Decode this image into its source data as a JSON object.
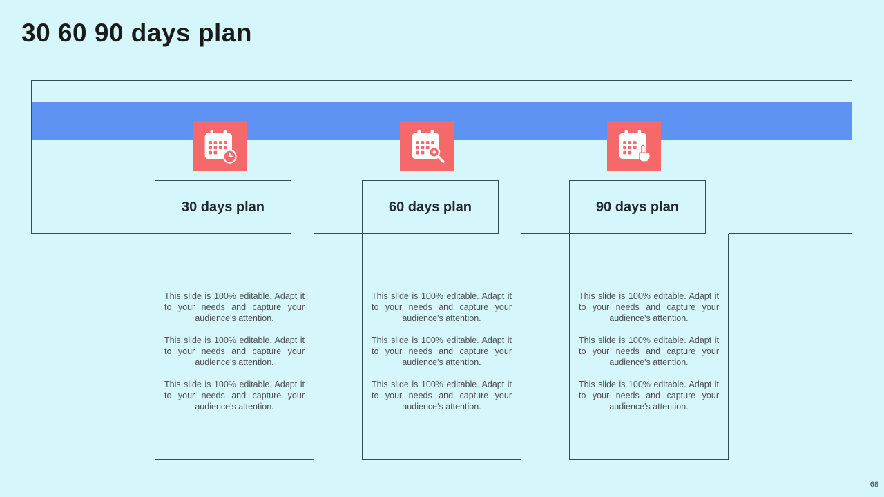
{
  "slide": {
    "title": "30 60 90 days plan",
    "page_number": "68",
    "columns": [
      {
        "icon": "calendar-clock-icon",
        "title": "30 days plan",
        "paragraphs": [
          "This slide is 100% editable. Adapt it to your needs and capture your audience's attention.",
          "This slide is 100% editable. Adapt it to your needs and capture your audience's attention.",
          "This slide is 100% editable. Adapt it to your needs and capture your audience's attention."
        ]
      },
      {
        "icon": "calendar-search-icon",
        "title": "60 days plan",
        "paragraphs": [
          "This slide is 100% editable. Adapt it to your needs and capture your audience's attention.",
          "This slide is 100% editable. Adapt it to your needs and capture your audience's attention.",
          "This slide is 100% editable. Adapt it to your needs and capture your audience's attention."
        ]
      },
      {
        "icon": "calendar-hand-icon",
        "title": "90 days plan",
        "paragraphs": [
          "This slide is 100% editable. Adapt it to your needs and capture your audience's attention.",
          "This slide is 100% editable. Adapt it to your needs and capture your audience's attention.",
          "This slide is 100% editable. Adapt it to your needs and capture your audience's attention."
        ]
      }
    ],
    "colors": {
      "background": "#D5F6FB",
      "band": "#5E92F3",
      "icon_background": "#F5696B",
      "border": "#2E4D55",
      "title_text": "#1E2A30",
      "body_text": "#4E4E4E"
    }
  }
}
